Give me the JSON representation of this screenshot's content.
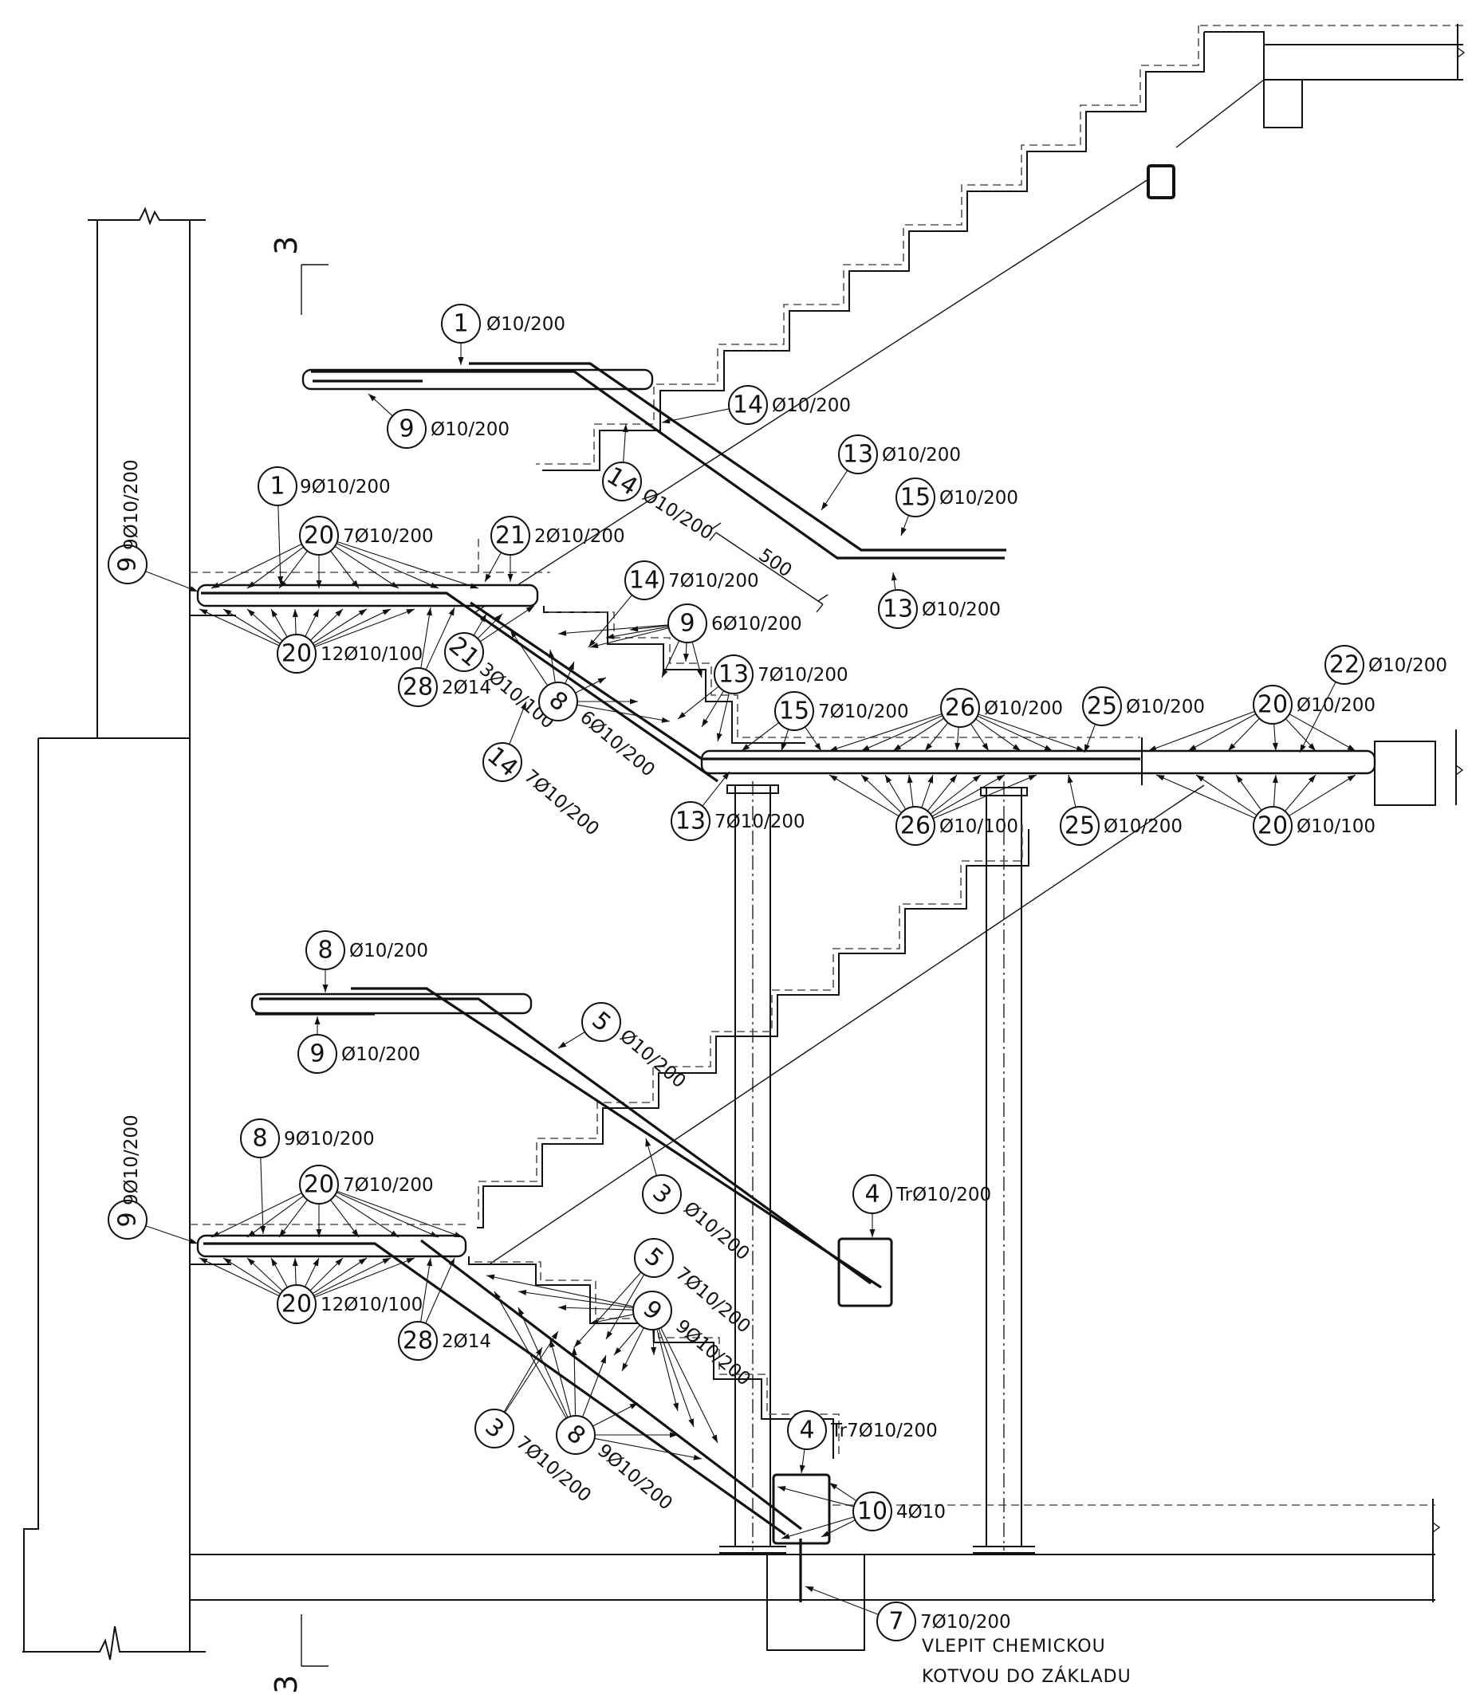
{
  "section_mark": {
    "top": "3",
    "bottom": "3"
  },
  "callouts": [
    {
      "num": "1",
      "spec": "Ø10/200"
    },
    {
      "num": "9",
      "spec": "Ø10/200"
    },
    {
      "num": "14",
      "spec": "Ø10/200"
    },
    {
      "num": "14",
      "spec": "Ø10/200"
    },
    {
      "num": "13",
      "spec": "Ø10/200"
    },
    {
      "num": "15",
      "spec": "Ø10/200"
    },
    {
      "num": "13",
      "spec": "Ø10/200"
    },
    {
      "num": "1",
      "spec": "9Ø10/200"
    },
    {
      "num": "20",
      "spec": "7Ø10/200"
    },
    {
      "num": "21",
      "spec": "2Ø10/200"
    },
    {
      "num": "20",
      "spec": "12Ø10/100"
    },
    {
      "num": "28",
      "spec": "2Ø14"
    },
    {
      "num": "21",
      "spec": "3Ø10/100"
    },
    {
      "num": "14",
      "spec": "7Ø10/200"
    },
    {
      "num": "9",
      "spec": "6Ø10/200"
    },
    {
      "num": "13",
      "spec": "7Ø10/200"
    },
    {
      "num": "8",
      "spec": "6Ø10/200"
    },
    {
      "num": "14",
      "spec": "7Ø10/200"
    },
    {
      "num": "13",
      "spec": "7Ø10/200"
    },
    {
      "num": "15",
      "spec": "7Ø10/200"
    },
    {
      "num": "26",
      "spec": "Ø10/200"
    },
    {
      "num": "25",
      "spec": "Ø10/200"
    },
    {
      "num": "22",
      "spec": "Ø10/200"
    },
    {
      "num": "20",
      "spec": "Ø10/200"
    },
    {
      "num": "26",
      "spec": "Ø10/100"
    },
    {
      "num": "25",
      "spec": "Ø10/200"
    },
    {
      "num": "20",
      "spec": "Ø10/100"
    },
    {
      "num": "9",
      "spec": "9Ø10/200"
    },
    {
      "num": "8",
      "spec": "Ø10/200"
    },
    {
      "num": "9",
      "spec": "Ø10/200"
    },
    {
      "num": "5",
      "spec": "Ø10/200"
    },
    {
      "num": "8",
      "spec": "9Ø10/200"
    },
    {
      "num": "20",
      "spec": "7Ø10/200"
    },
    {
      "num": "3",
      "spec": "Ø10/200"
    },
    {
      "num": "4",
      "spec": "TrØ10/200"
    },
    {
      "num": "9",
      "spec": "9Ø10/200"
    },
    {
      "num": "20",
      "spec": "12Ø10/100"
    },
    {
      "num": "28",
      "spec": "2Ø14"
    },
    {
      "num": "5",
      "spec": "7Ø10/200"
    },
    {
      "num": "9",
      "spec": "9Ø10/200"
    },
    {
      "num": "3",
      "spec": "7Ø10/200"
    },
    {
      "num": "8",
      "spec": "9Ø10/200"
    },
    {
      "num": "4",
      "spec": "Tr7Ø10/200"
    },
    {
      "num": "10",
      "spec": "4Ø10"
    },
    {
      "num": "7",
      "spec": "7Ø10/200"
    }
  ],
  "dimension": {
    "value": "500"
  },
  "notes": {
    "line1": "VLEPIT  CHEMICKOU",
    "line2": "KOTVOU  DO  ZÁKLADU"
  }
}
